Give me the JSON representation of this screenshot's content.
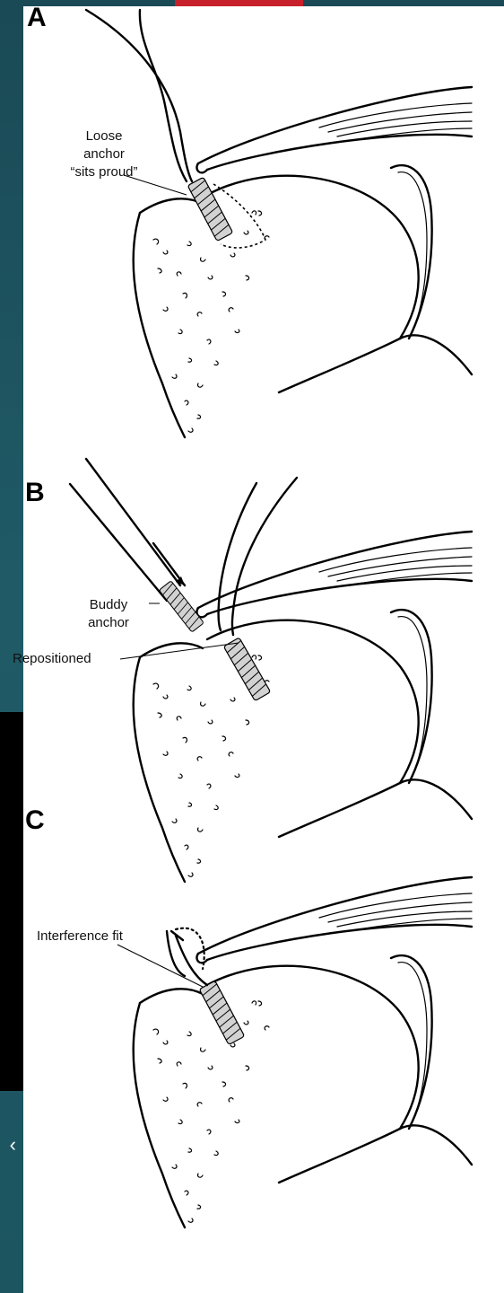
{
  "figure": {
    "panels": [
      {
        "letter": "A",
        "labels": [
          "Loose",
          "anchor",
          "“sits proud”"
        ]
      },
      {
        "letter": "B",
        "labels": [
          "Buddy",
          "anchor",
          "Repositioned"
        ]
      },
      {
        "letter": "C",
        "labels": [
          "Interference fit"
        ]
      }
    ]
  },
  "slide": {
    "edge_glyph": "‹",
    "colors": {
      "background": "#1f5a66",
      "accent": "#c8202a",
      "panel": "#000000"
    }
  }
}
